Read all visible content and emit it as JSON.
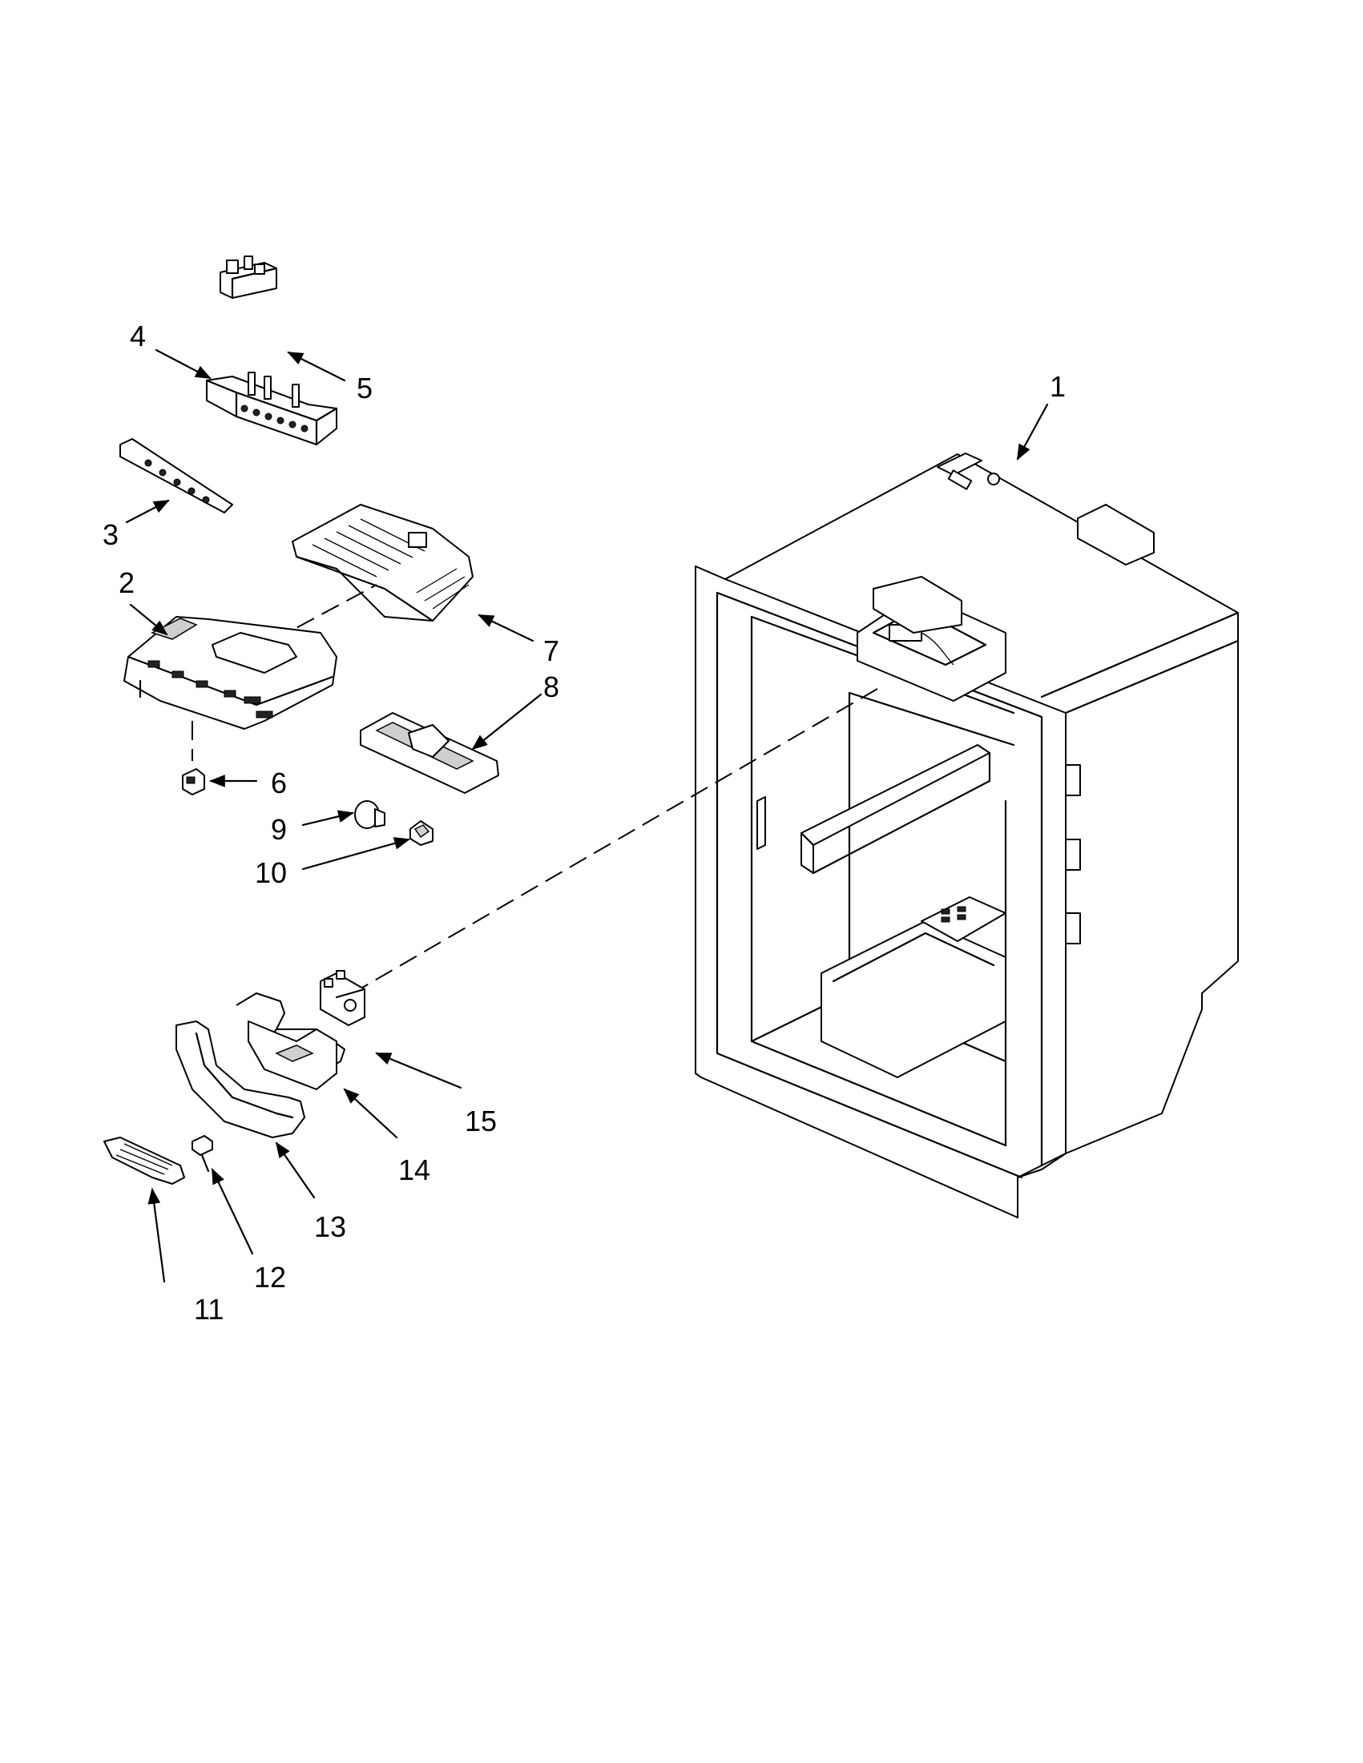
{
  "diagram": {
    "type": "exploded-parts-view",
    "callouts": [
      {
        "id": "1",
        "label": "1"
      },
      {
        "id": "2",
        "label": "2"
      },
      {
        "id": "3",
        "label": "3"
      },
      {
        "id": "4",
        "label": "4"
      },
      {
        "id": "5",
        "label": "5"
      },
      {
        "id": "6",
        "label": "6"
      },
      {
        "id": "7",
        "label": "7"
      },
      {
        "id": "8",
        "label": "8"
      },
      {
        "id": "9",
        "label": "9"
      },
      {
        "id": "10",
        "label": "10"
      },
      {
        "id": "11",
        "label": "11"
      },
      {
        "id": "12",
        "label": "12"
      },
      {
        "id": "13",
        "label": "13"
      },
      {
        "id": "14",
        "label": "14"
      },
      {
        "id": "15",
        "label": "15"
      }
    ]
  }
}
